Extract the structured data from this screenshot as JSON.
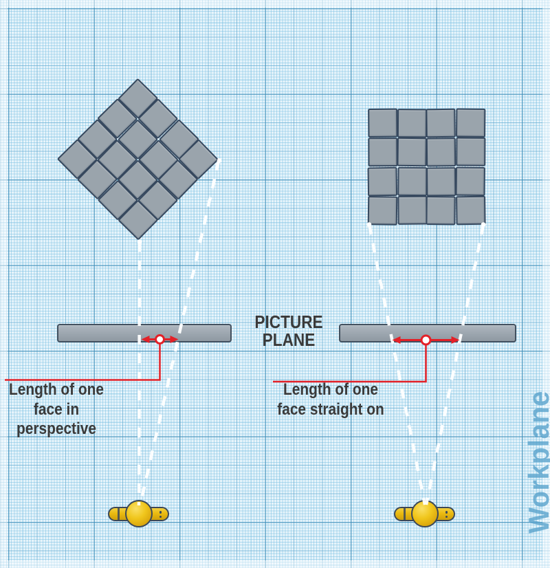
{
  "diagram": {
    "watermark": "Workplane",
    "picture_plane_label": {
      "line1": "PICTURE",
      "line2": "PLANE"
    },
    "left_caption": {
      "line1": "Length of one",
      "line2": "face in",
      "line3": "perspective"
    },
    "right_caption": {
      "line1": "Length of one",
      "line2": "face straight on"
    },
    "left_grid": {
      "description": "4x4 square grid rotated 45 degrees",
      "rows": 4,
      "cols": 4,
      "rotation_deg": 45
    },
    "right_grid": {
      "description": "4x4 square grid straight on",
      "rows": 4,
      "cols": 4,
      "rotation_deg": 0
    },
    "colors": {
      "annotation_red": "#e32128",
      "sightline_white": "#ffffff",
      "tile_fill": "#9aa4ac",
      "tile_border": "#36485e",
      "bar_fill": "#9aa4ad",
      "bar_border": "#42505f",
      "text": "#3a3a3a",
      "viewer_yellow": "#eec011",
      "viewer_outline": "#3c4858",
      "watermark_blue": "#56a0ca",
      "paper_blue": "#cfe9f5"
    }
  }
}
